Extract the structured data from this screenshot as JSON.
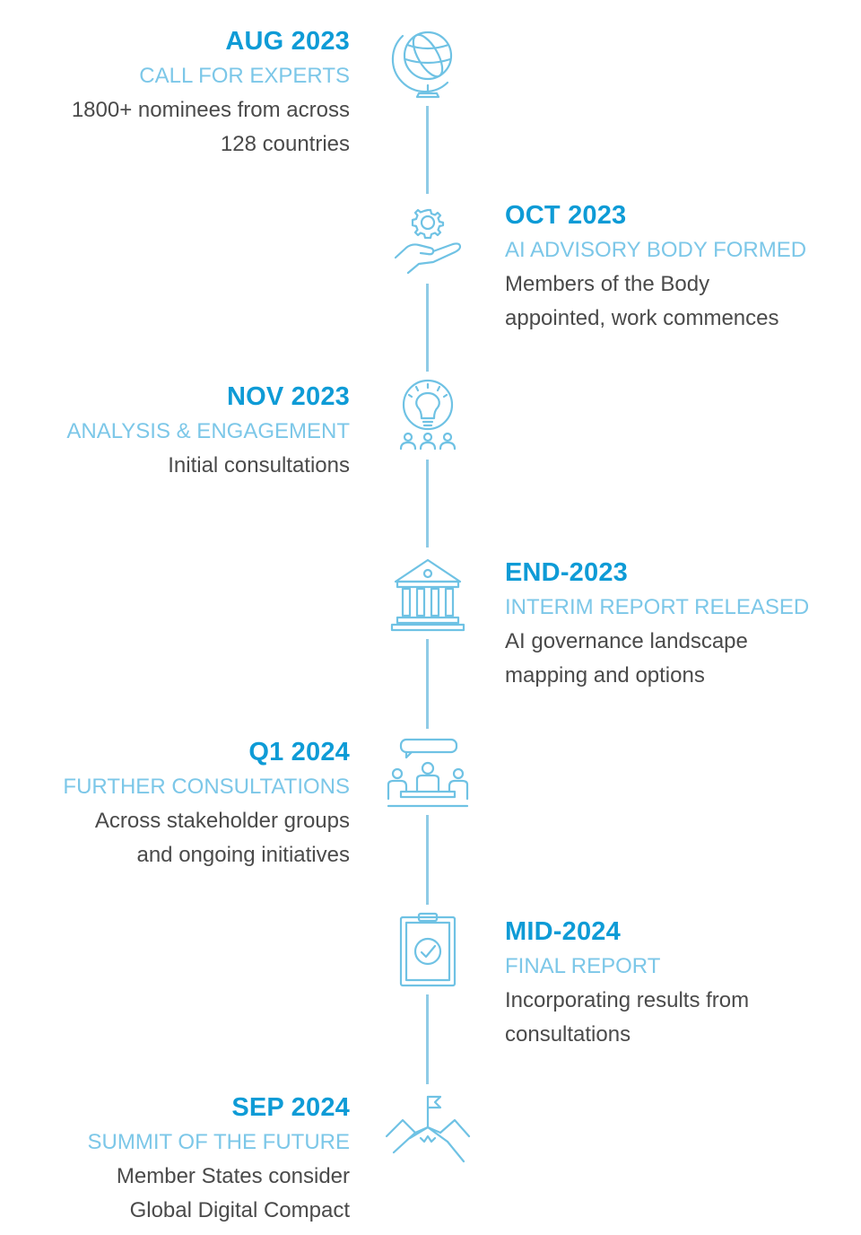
{
  "accent_color": "#0e9bd6",
  "phase_color": "#7cc7e8",
  "line_color": "#8fcbe6",
  "milestones": [
    {
      "date": "AUG 2023",
      "phase": "CALL FOR EXPERTS",
      "desc_1": "1800+ nominees from across",
      "desc_2": "128 countries",
      "icon": "globe-icon",
      "side": "left"
    },
    {
      "date": "OCT 2023",
      "phase": "AI ADVISORY BODY FORMED",
      "desc_1": "Members of the Body",
      "desc_2": "appointed, work commences",
      "icon": "gear-hand-icon",
      "side": "right"
    },
    {
      "date": "NOV 2023",
      "phase": "ANALYSIS & ENGAGEMENT",
      "desc_1": "Initial consultations",
      "desc_2": "",
      "icon": "lightbulb-group-icon",
      "side": "left"
    },
    {
      "date": "END-2023",
      "phase": "INTERIM REPORT RELEASED",
      "desc_1": "AI governance landscape",
      "desc_2": "mapping and options",
      "icon": "institution-icon",
      "side": "right"
    },
    {
      "date": "Q1 2024",
      "phase": "FURTHER CONSULTATIONS",
      "desc_1": "Across stakeholder groups",
      "desc_2": "and ongoing initiatives",
      "icon": "meeting-table-icon",
      "side": "left"
    },
    {
      "date": "MID-2024",
      "phase": "FINAL REPORT",
      "desc_1": "Incorporating results from",
      "desc_2": "consultations",
      "icon": "clipboard-check-icon",
      "side": "right"
    },
    {
      "date": "SEP 2024",
      "phase": "SUMMIT OF THE FUTURE",
      "desc_1": "Member States consider",
      "desc_2": "Global Digital Compact",
      "icon": "mountain-flag-icon",
      "side": "left"
    }
  ]
}
